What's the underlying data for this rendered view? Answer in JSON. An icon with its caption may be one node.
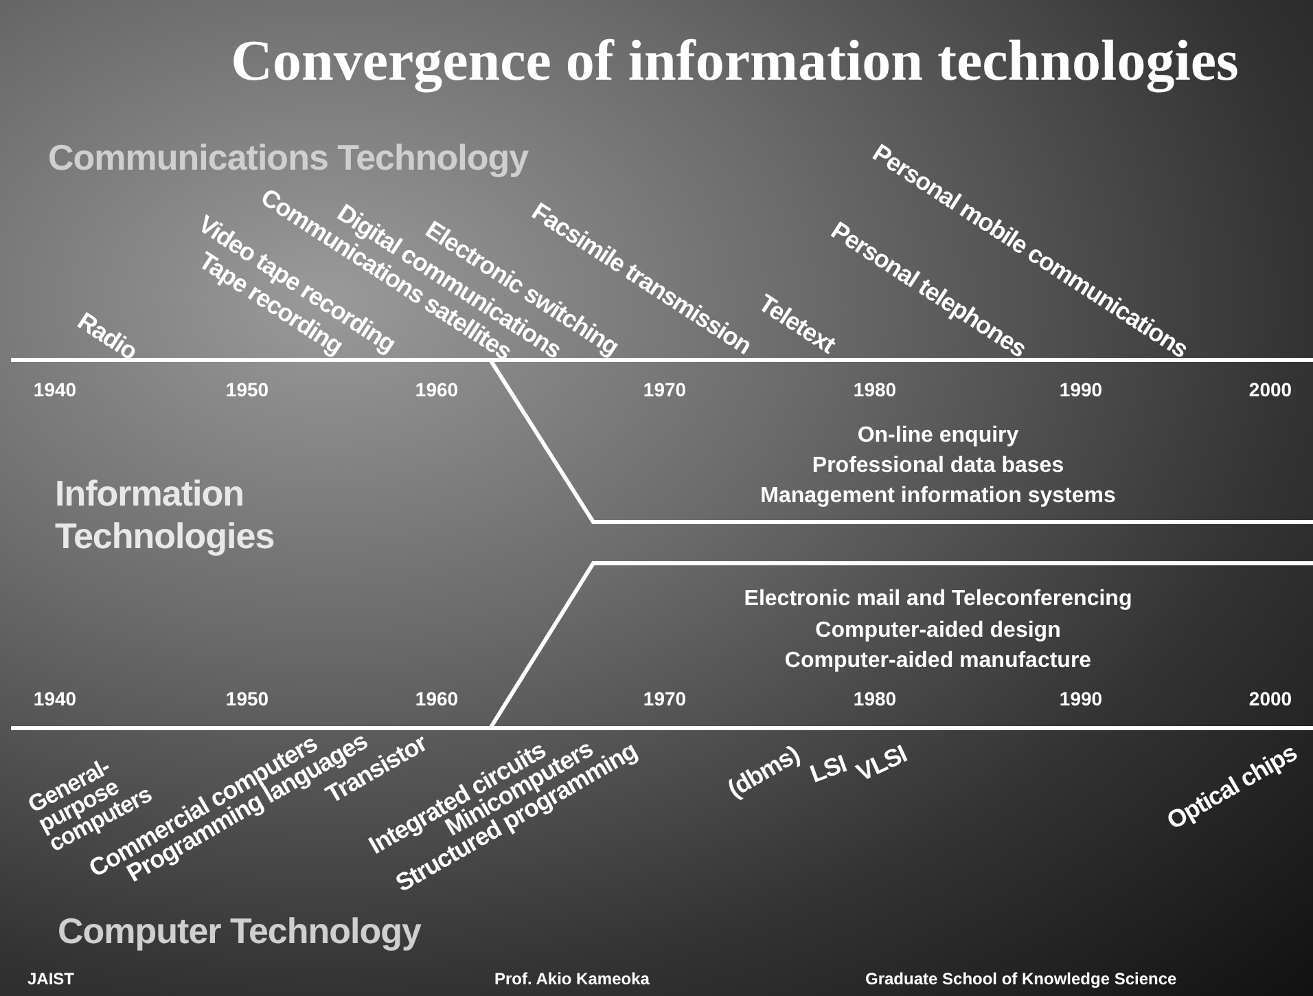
{
  "diagram": {
    "title": "Convergence of information technologies",
    "labels": [
      "Communications Technology",
      "Radio",
      "Tape recording",
      "Video tape recording",
      "Communications satellites",
      "Digital communications",
      "Electronic switching",
      "Facsimile transmission",
      "Teletext",
      "Personal telephones",
      "Personal mobile communications",
      "1940",
      "1950",
      "1960",
      "1970",
      "1980",
      "1990",
      "2000",
      "On-line enquiry",
      "Professional data bases",
      "Management information systems",
      "Information Technologies",
      "Electronic mail and Teleconferencing",
      "Computer-aided design",
      "Computer-aided manufacture",
      "1940",
      "1950",
      "1960",
      "1970",
      "1980",
      "1990",
      "2000",
      "General- purpose computers",
      "Commercial computers",
      "Programming languages",
      "Transistor",
      "Integrated circuits",
      "Structured programming",
      "Minicomputers",
      "(dbms)",
      "LSI",
      "VLSI",
      "Optical chips",
      "Computer Technology",
      "JAIST",
      "Prof. Akio Kameoka",
      "Graduate School of Knowledge Science"
    ]
  }
}
